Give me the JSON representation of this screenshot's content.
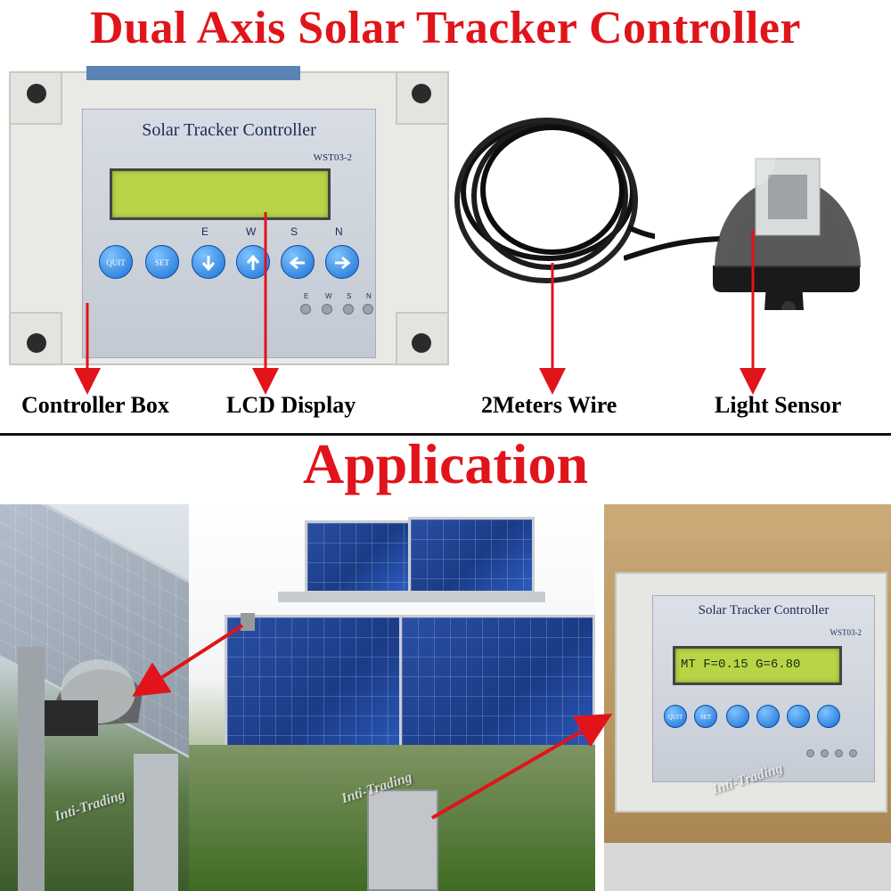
{
  "title": "Dual Axis Solar Tracker Controller",
  "section_title": "Application",
  "controller": {
    "face_title": "Solar Tracker Controller",
    "model": "WST03-2",
    "buttons": [
      "QUIT",
      "SET"
    ],
    "direction_letters": [
      "E",
      "W",
      "S",
      "N"
    ],
    "led_letters": [
      "E",
      "W",
      "S",
      "N"
    ]
  },
  "labels": {
    "controller_box": "Controller Box",
    "lcd_display": "LCD Display",
    "wire": "2Meters Wire",
    "light_sensor": "Light Sensor"
  },
  "application": {
    "lcd_text": "MT F=0.15 G=6.80",
    "watermark": "Inti-Trading"
  },
  "colors": {
    "title": "#e0141a",
    "arrow": "#e0141a",
    "button": "#1a6fd4",
    "lcd": "#b8d548"
  }
}
